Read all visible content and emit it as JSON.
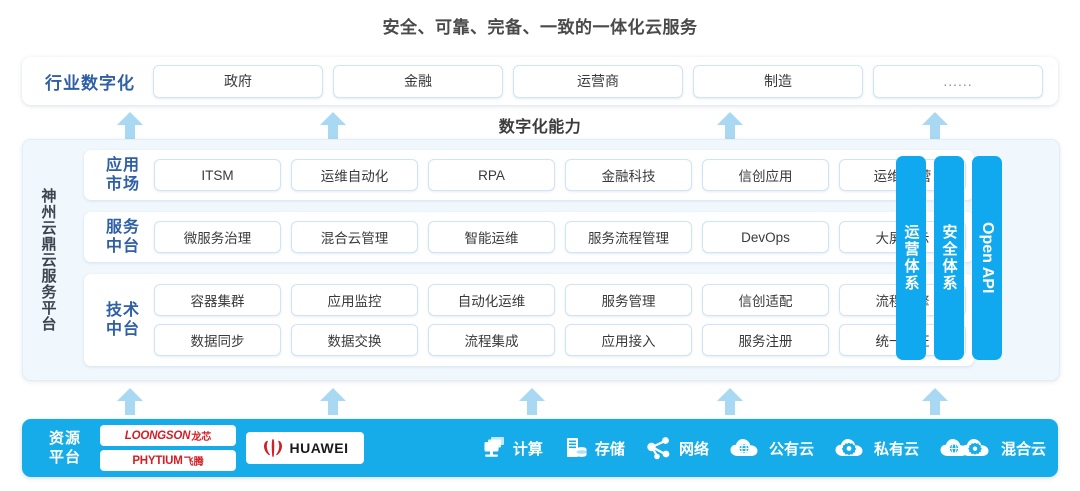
{
  "title": "安全、可靠、完备、一致的一体化云服务",
  "capability_label": "数字化能力",
  "industry": {
    "label": "行业数字化",
    "items": [
      "政府",
      "金融",
      "运营商",
      "制造",
      "......"
    ]
  },
  "platform": {
    "vertical_label": "神州云鼎云服务平台",
    "tiers": [
      {
        "label_line1": "应用",
        "label_line2": "市场",
        "rows": [
          [
            "ITSM",
            "运维自动化",
            "RPA",
            "金融科技",
            "信创应用",
            "运维/运营"
          ]
        ]
      },
      {
        "label_line1": "服务",
        "label_line2": "中台",
        "rows": [
          [
            "微服务治理",
            "混合云管理",
            "智能运维",
            "服务流程管理",
            "DevOps",
            "大屏展示"
          ]
        ]
      },
      {
        "label_line1": "技术",
        "label_line2": "中台",
        "rows": [
          [
            "容器集群",
            "应用监控",
            "自动化运维",
            "服务管理",
            "信创适配",
            "流程引擎"
          ],
          [
            "数据同步",
            "数据交换",
            "流程集成",
            "应用接入",
            "服务注册",
            "统一认证"
          ]
        ]
      }
    ],
    "pillars": [
      {
        "text": "运营体系",
        "name": "operations-system"
      },
      {
        "text": "安全体系",
        "name": "security-system"
      },
      {
        "text": "Open API",
        "name": "open-api"
      }
    ]
  },
  "resource": {
    "label_line1": "资源",
    "label_line2": "平台",
    "logos": [
      {
        "en": "LOONGSON",
        "cn": "龙芯",
        "name": "loongson-logo"
      },
      {
        "en": "PHYTIUM",
        "cn": "飞腾",
        "name": "phytium-logo"
      }
    ],
    "huawei": "HUAWEI",
    "items": [
      {
        "label": "计算",
        "icon": "compute-icon"
      },
      {
        "label": "存储",
        "icon": "storage-icon"
      },
      {
        "label": "网络",
        "icon": "network-icon"
      },
      {
        "label": "公有云",
        "icon": "public-cloud-icon"
      },
      {
        "label": "私有云",
        "icon": "private-cloud-icon"
      },
      {
        "label": "混合云",
        "icon": "hybrid-cloud-icon"
      }
    ]
  },
  "arrows": {
    "upper_x": [
      130,
      333,
      730,
      935
    ],
    "lower_x": [
      130,
      333,
      532,
      730,
      935
    ]
  },
  "colors": {
    "accent_blue": "#16ace9",
    "pillar_blue": "#10a9ef",
    "arrow_blue": "#a9d8f2",
    "label_navy": "#2f5fa6",
    "panel_bg": "#f1f8fd",
    "logo_red": "#d11f26"
  }
}
